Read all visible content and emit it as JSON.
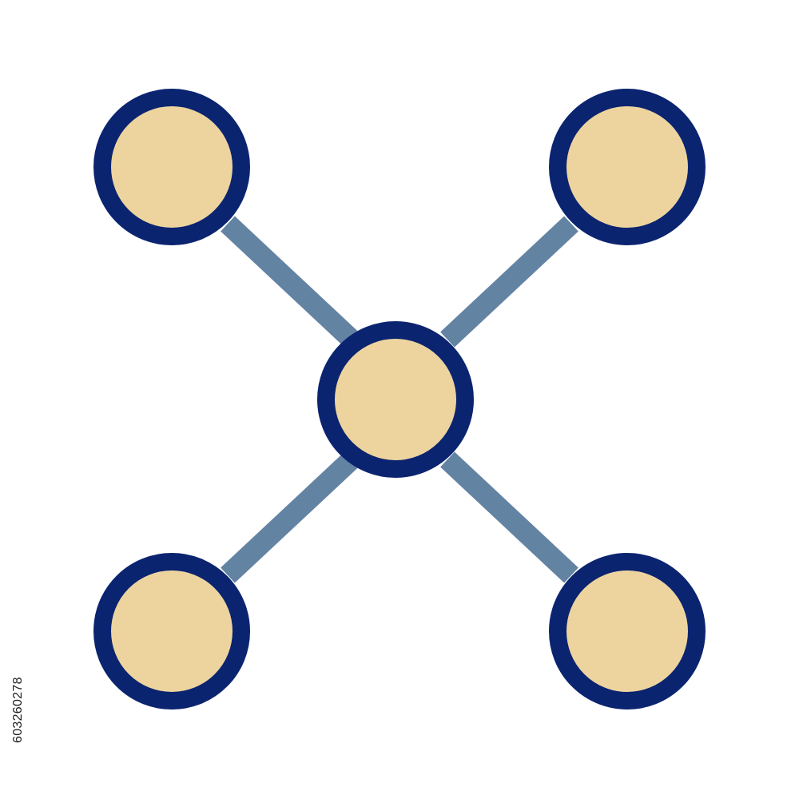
{
  "image": {
    "icon_name": "network-hub-icon",
    "stock_id": "603260278",
    "nodes": [
      "top-left",
      "top-right",
      "center",
      "bottom-left",
      "bottom-right"
    ],
    "colors": {
      "background": "#ffffff",
      "node_fill": "#edd49f",
      "node_outline": "#0b2470",
      "connector": "#6383a3",
      "stock_id_text": "#222222"
    }
  }
}
